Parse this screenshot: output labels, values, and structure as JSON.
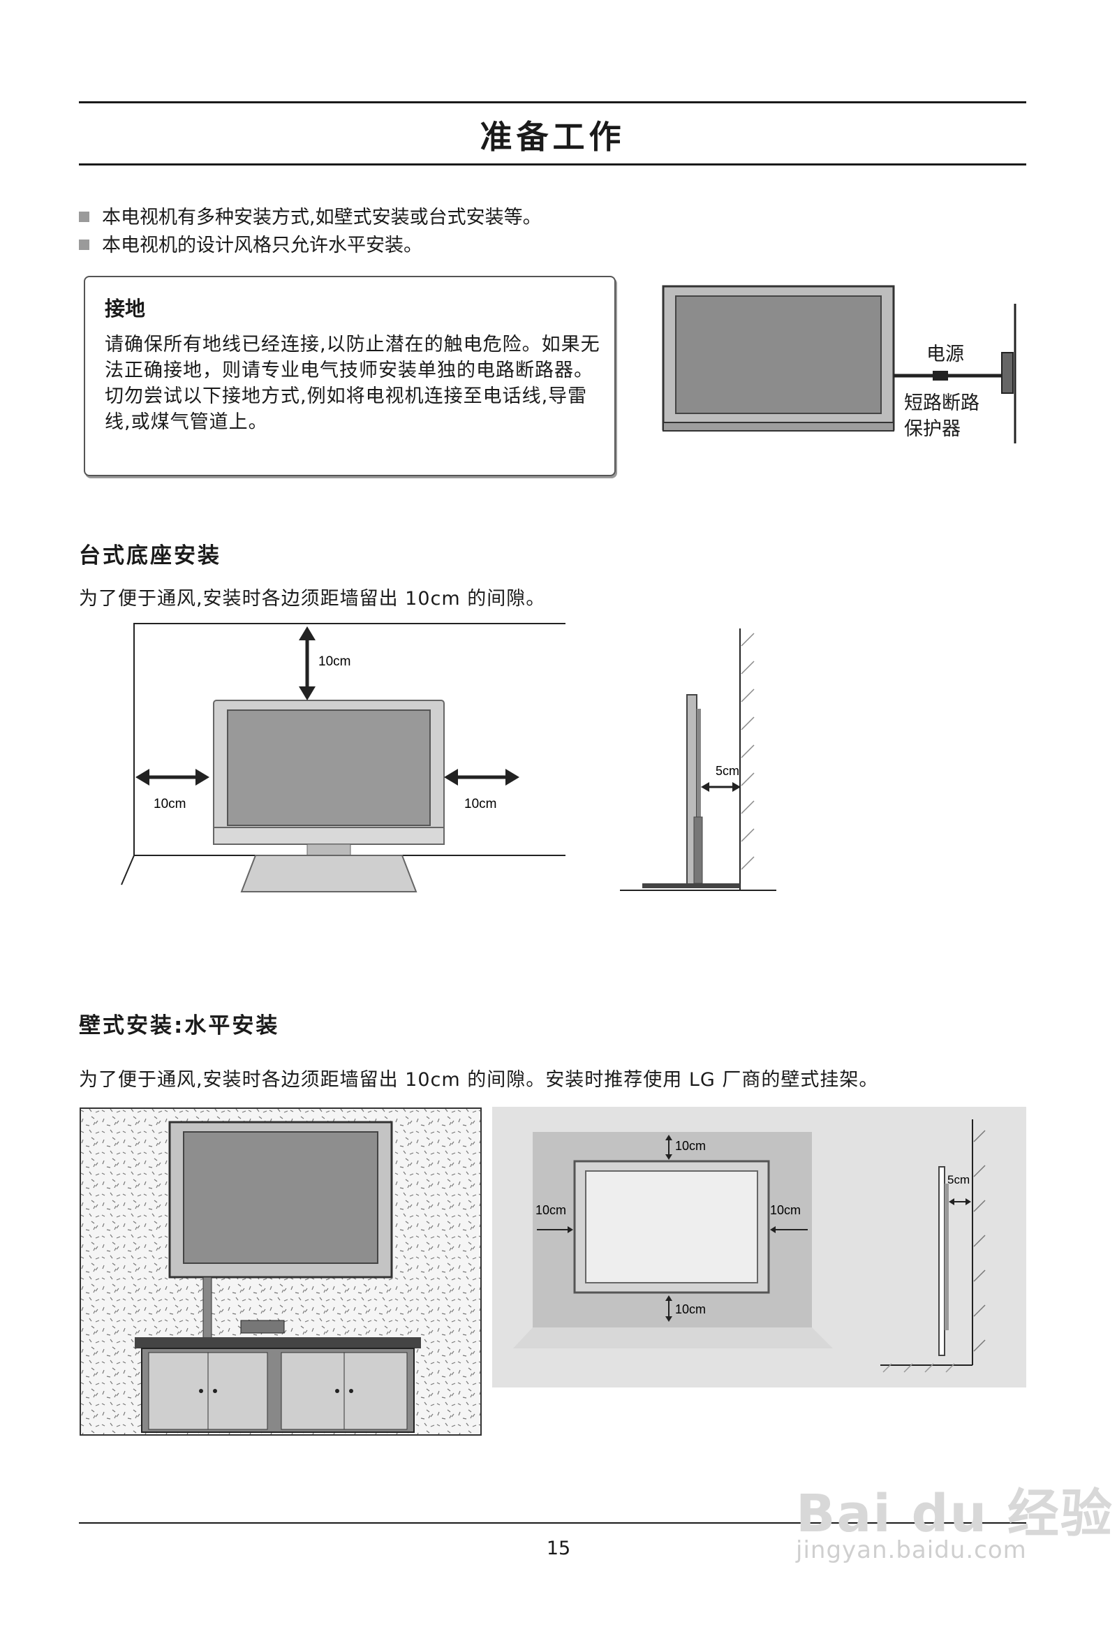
{
  "page": {
    "title": "准备工作",
    "page_number": "15"
  },
  "intro": {
    "bullets": [
      "本电视机有多种安装方式,如壁式安装或台式安装等。",
      "本电视机的设计风格只允许水平安装。"
    ]
  },
  "grounding": {
    "title": "接地",
    "body": "请确保所有地线已经连接,以防止潜在的触电危险。如果无法正确接地，则请专业电气技师安装单独的电路断路器。切勿尝试以下接地方式,例如将电视机连接至电话线,导雷线,或煤气管道上。",
    "diagram": {
      "power_label": "电源",
      "breaker_line1": "短路断路",
      "breaker_line2": "保护器"
    }
  },
  "desk_mount": {
    "heading": "台式底座安装",
    "text": "为了便于通风,安装时各边须距墙留出 10cm 的间隙。",
    "top_gap": "10cm",
    "left_gap": "10cm",
    "right_gap": "10cm",
    "side_gap": "5cm"
  },
  "wall_mount": {
    "heading": "壁式安装:水平安装",
    "text": "为了便于通风,安装时各边须距墙留出 10cm 的间隙。安装时推荐使用 LG 厂商的壁式挂架。",
    "top_gap": "10cm",
    "left_gap": "10cm",
    "right_gap": "10cm",
    "bottom_gap": "10cm",
    "side_gap": "5cm"
  },
  "watermark": {
    "brand": "Bai du 经验",
    "url": "jingyan.baidu.com"
  }
}
